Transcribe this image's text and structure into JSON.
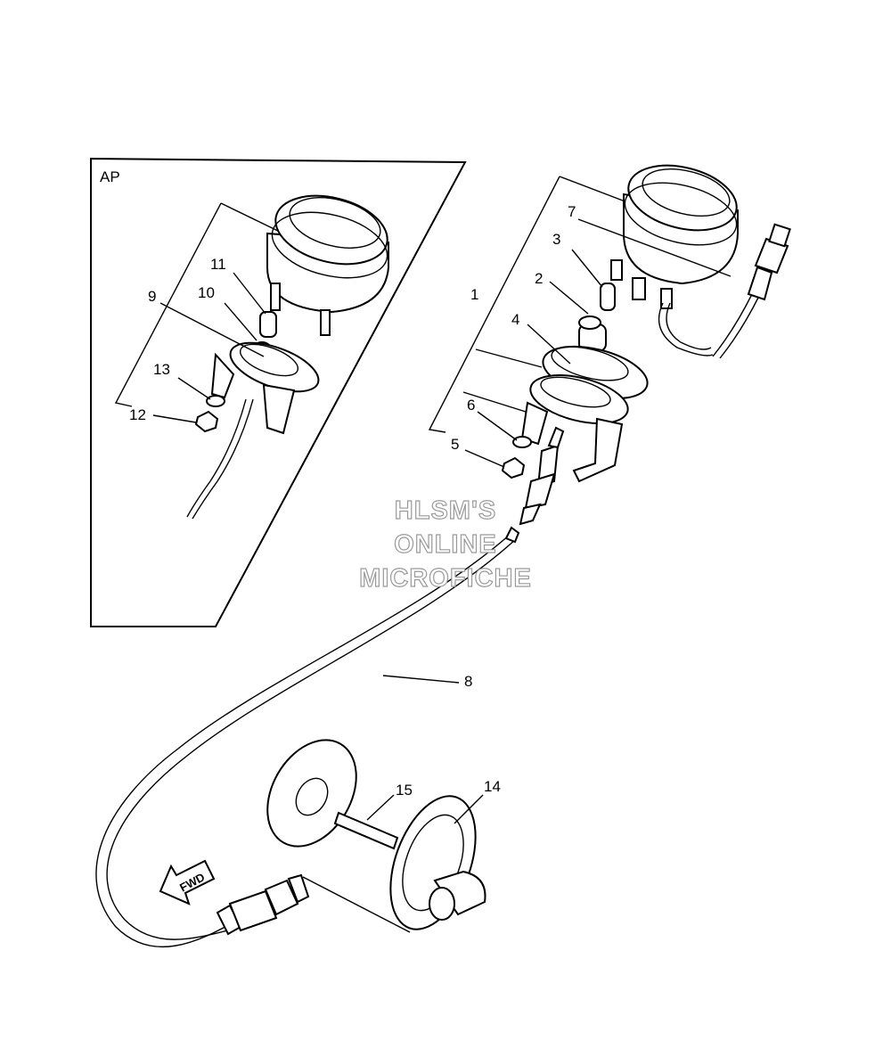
{
  "inset": {
    "label": "AP"
  },
  "callouts": {
    "c1": "1",
    "c2": "2",
    "c3": "3",
    "c4": "4",
    "c5": "5",
    "c6": "6",
    "c7": "7",
    "c8": "8",
    "c9": "9",
    "c10": "10",
    "c11": "11",
    "c12": "12",
    "c13": "13",
    "c14": "14",
    "c15": "15"
  },
  "watermark": {
    "line1": "HLSM'S",
    "line2": "ONLINE",
    "line3": "MICROFICHE"
  },
  "direction_arrow": {
    "label": "FWD"
  }
}
